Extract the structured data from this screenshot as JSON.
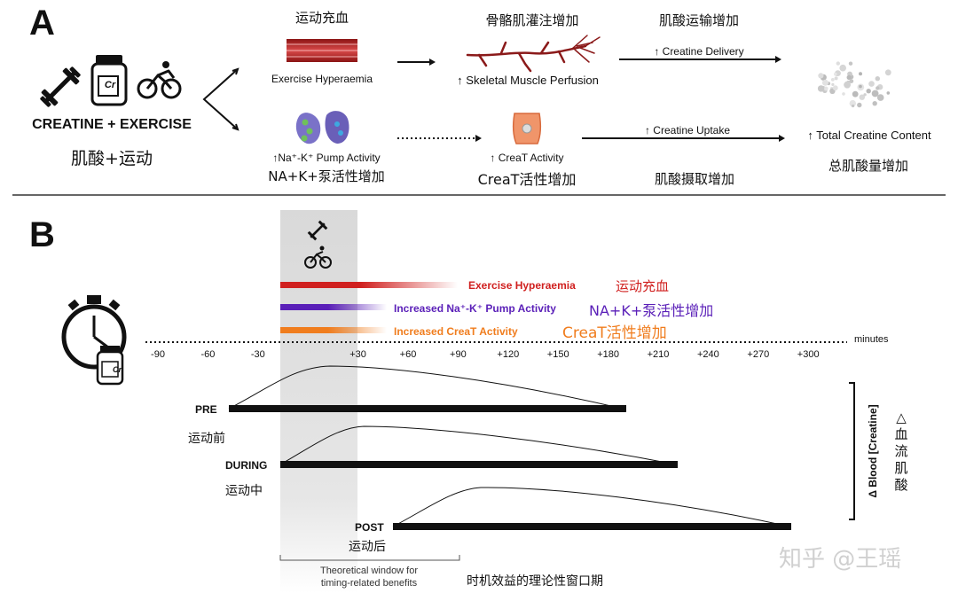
{
  "panel_a": {
    "letter": "A",
    "creatine_exercise_en": "CREATINE + EXERCISE",
    "creatine_exercise_zh": "肌酸+运动",
    "cr_label": "Cr",
    "hyperaemia_zh": "运动充血",
    "hyperaemia_en": "Exercise Hyperaemia",
    "perfusion_zh": "骨骼肌灌注增加",
    "perfusion_en": "↑ Skeletal Muscle Perfusion",
    "delivery_zh": "肌酸运输增加",
    "delivery_en": "↑ Creatine Delivery",
    "pump_en": "↑Na⁺-K⁺ Pump Activity",
    "pump_zh": "NA+K+泵活性增加",
    "creat_en": "↑ CreaT Activity",
    "creat_zh": "CreaT活性增加",
    "uptake_en": "↑ Creatine Uptake",
    "uptake_zh": "肌酸摄取增加",
    "total_en": "↑ Total Creatine Content",
    "total_zh": "总肌酸量增加"
  },
  "panel_b": {
    "letter": "B",
    "legend": [
      {
        "en": "Exercise Hyperaemia",
        "zh": "运动充血",
        "color": "#d0201f"
      },
      {
        "en": "Increased Na⁺-K⁺ Pump Activity",
        "zh": "NA+K+泵活性增加",
        "color": "#5a1fb8"
      },
      {
        "en": "Increased CreaT Activity",
        "zh": "CreaT活性增加",
        "color": "#f07d1e"
      }
    ],
    "axis_unit": "minutes",
    "ticks": [
      "-90",
      "-60",
      "-30",
      "+30",
      "+60",
      "+90",
      "+120",
      "+150",
      "+180",
      "+210",
      "+240",
      "+270",
      "+300"
    ],
    "rows": [
      {
        "en": "PRE",
        "zh": "运动前"
      },
      {
        "en": "DURING",
        "zh": "运动中"
      },
      {
        "en": "POST",
        "zh": "运动后"
      }
    ],
    "ylabel_en": "Δ Blood [Creatine]",
    "ylabel_zh": "△血流肌酸",
    "window_line1": "Theoretical window for",
    "window_line2": "timing-related benefits",
    "window_zh": "时机效益的理论性窗口期",
    "cr_label": "Cr"
  },
  "watermark": "知乎 @王瑶"
}
